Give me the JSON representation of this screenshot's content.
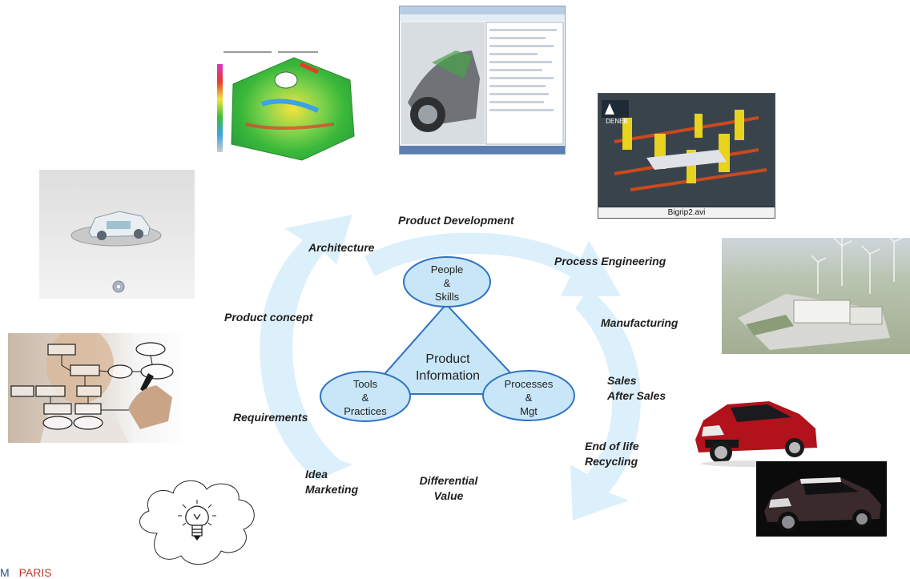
{
  "cycle": {
    "center_title": "Product",
    "center_subtitle": "Information",
    "stages": [
      {
        "id": "architecture",
        "lines": [
          "Architecture"
        ]
      },
      {
        "id": "product-development",
        "lines": [
          "Product Development"
        ]
      },
      {
        "id": "process-engineering",
        "lines": [
          "Process Engineering"
        ]
      },
      {
        "id": "manufacturing",
        "lines": [
          "Manufacturing"
        ]
      },
      {
        "id": "sales",
        "lines": [
          "Sales",
          "After Sales"
        ]
      },
      {
        "id": "end-of-life",
        "lines": [
          "End of life",
          "Recycling"
        ]
      },
      {
        "id": "differential-value",
        "lines": [
          "Differential",
          "Value"
        ]
      },
      {
        "id": "idea",
        "lines": [
          "Idea",
          "Marketing"
        ]
      },
      {
        "id": "requirements",
        "lines": [
          "Requirements"
        ]
      },
      {
        "id": "product-concept",
        "lines": [
          "Product concept"
        ]
      }
    ],
    "nodes": {
      "people": [
        "People",
        "&",
        "Skills"
      ],
      "tools": [
        "Tools",
        "&",
        "Practices"
      ],
      "processes": [
        "Processes",
        "&",
        "Mgt"
      ]
    }
  },
  "images": {
    "robot_caption": "Bigrip2.avi",
    "deneb_logo": "DENEB"
  },
  "footer": {
    "prefix": "M",
    "city": "PARIS"
  },
  "colors": {
    "arrow_fill": "#dcf0fb",
    "node_fill": "#c8e6f7",
    "node_stroke": "#2f73c4",
    "footer_red": "#c0392b",
    "footer_blue": "#1f4e9c"
  }
}
